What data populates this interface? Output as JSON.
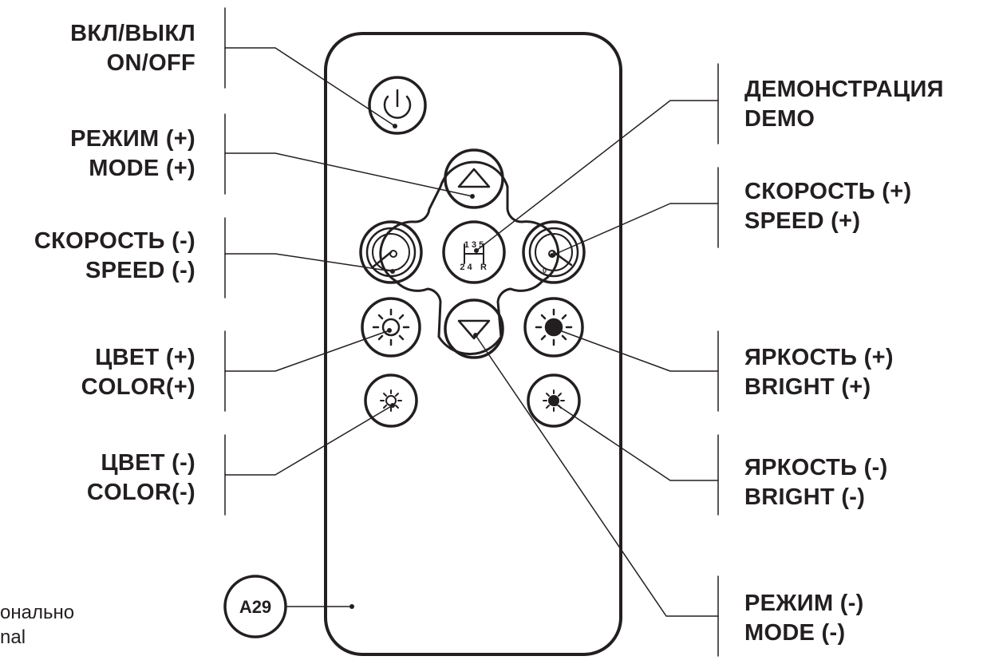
{
  "labels": {
    "power": {
      "ru": "ВКЛ/ВЫКЛ",
      "en": "ON/OFF"
    },
    "mode_up": {
      "ru": "РЕЖИМ (+)",
      "en": "MODE (+)"
    },
    "speed_down": {
      "ru": "СКОРОСТЬ (-)",
      "en": "SPEED (-)"
    },
    "color_up": {
      "ru": "ЦВЕТ (+)",
      "en": "COLOR(+)"
    },
    "color_down": {
      "ru": "ЦВЕТ (-)",
      "en": "COLOR(-)"
    },
    "demo": {
      "ru": "ДЕМОНСТРАЦИЯ",
      "en": "DEMO"
    },
    "speed_up": {
      "ru": "СКОРОСТЬ (+)",
      "en": "SPEED (+)"
    },
    "bright_up": {
      "ru": "ЯРКОСТЬ (+)",
      "en": "BRIGHT (+)"
    },
    "bright_down": {
      "ru": "ЯРКОСТЬ (-)",
      "en": "BRIGHT (-)"
    },
    "mode_down": {
      "ru": "РЕЖИМ (-)",
      "en": "MODE (-)"
    }
  },
  "badge": "A29",
  "cut_text": {
    "line1": "онально",
    "line2": "nal"
  },
  "demo_icon": {
    "top": "1 3 5",
    "bottom_left": "2 4",
    "bottom_right": "R"
  },
  "gauge_zero": "0",
  "icons": [
    "power-icon",
    "triangle-up-icon",
    "triangle-down-icon",
    "gauge-icon",
    "gearshift-icon",
    "sun-icon"
  ]
}
